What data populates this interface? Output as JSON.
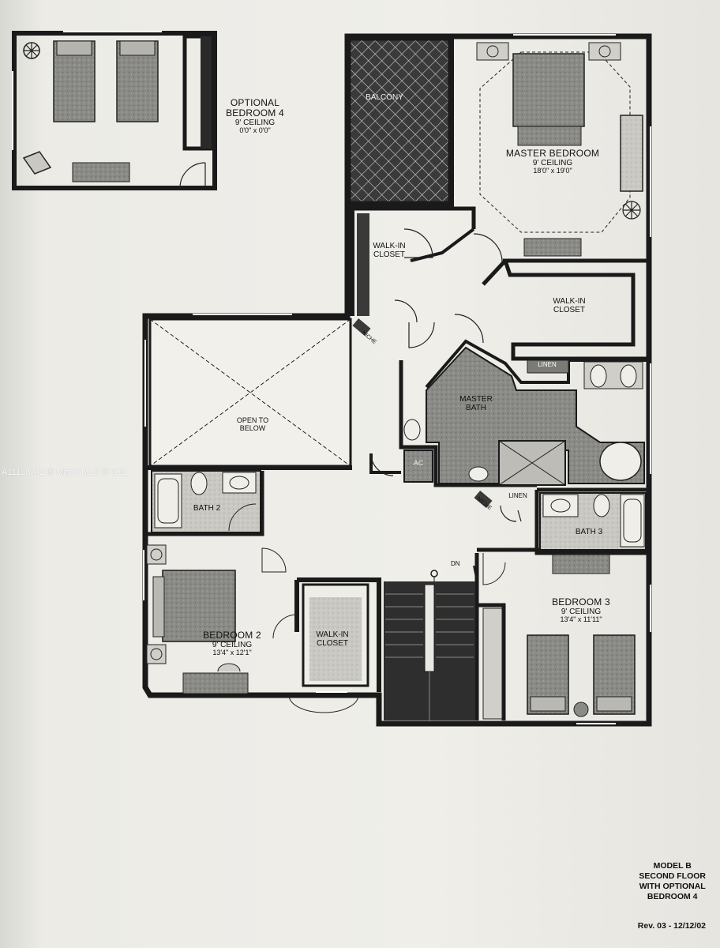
{
  "watermark": "A11138742 © Miami MLS © 202",
  "rooms": {
    "optional_bedroom_4": {
      "name_line1": "OPTIONAL",
      "name_line2": "BEDROOM 4",
      "ceiling": "9' CEILING",
      "dims": "0'0\" x 0'0\""
    },
    "balcony": {
      "name": "BALCONY"
    },
    "master_bedroom": {
      "name": "MASTER BEDROOM",
      "ceiling": "9' CEILING",
      "dims": "18'0\" x 19'0\""
    },
    "walk_in_closet_1": {
      "line1": "WALK-IN",
      "line2": "CLOSET"
    },
    "walk_in_closet_2": {
      "line1": "WALK-IN",
      "line2": "CLOSET"
    },
    "niche_1": {
      "name": "NICHE"
    },
    "open_to_below": {
      "line1": "OPEN TO",
      "line2": "BELOW"
    },
    "master_bath": {
      "line1": "MASTER",
      "line2": "BATH"
    },
    "linen_1": {
      "name": "LINEN"
    },
    "ac": {
      "name": "AC"
    },
    "niche_2": {
      "name": "NICHE"
    },
    "linen_2": {
      "name": "LINEN"
    },
    "bath_2": {
      "name": "BATH 2"
    },
    "bath_3": {
      "name": "BATH 3"
    },
    "bedroom_2": {
      "name": "BEDROOM 2",
      "ceiling": "9' CEILING",
      "dims": "13'4\" x 12'1\""
    },
    "walk_in_closet_3": {
      "line1": "WALK-IN",
      "line2": "CLOSET"
    },
    "stair": {
      "label": "DN"
    },
    "bedroom_3": {
      "name": "BEDROOM 3",
      "ceiling": "9' CEILING",
      "dims": "13'4\" x 11'11\""
    }
  },
  "title_block": {
    "line1": "MODEL B",
    "line2": "SECOND FLOOR",
    "line3": "WITH OPTIONAL",
    "line4": "BEDROOM 4",
    "revision": "Rev. 03 - 12/12/02"
  }
}
